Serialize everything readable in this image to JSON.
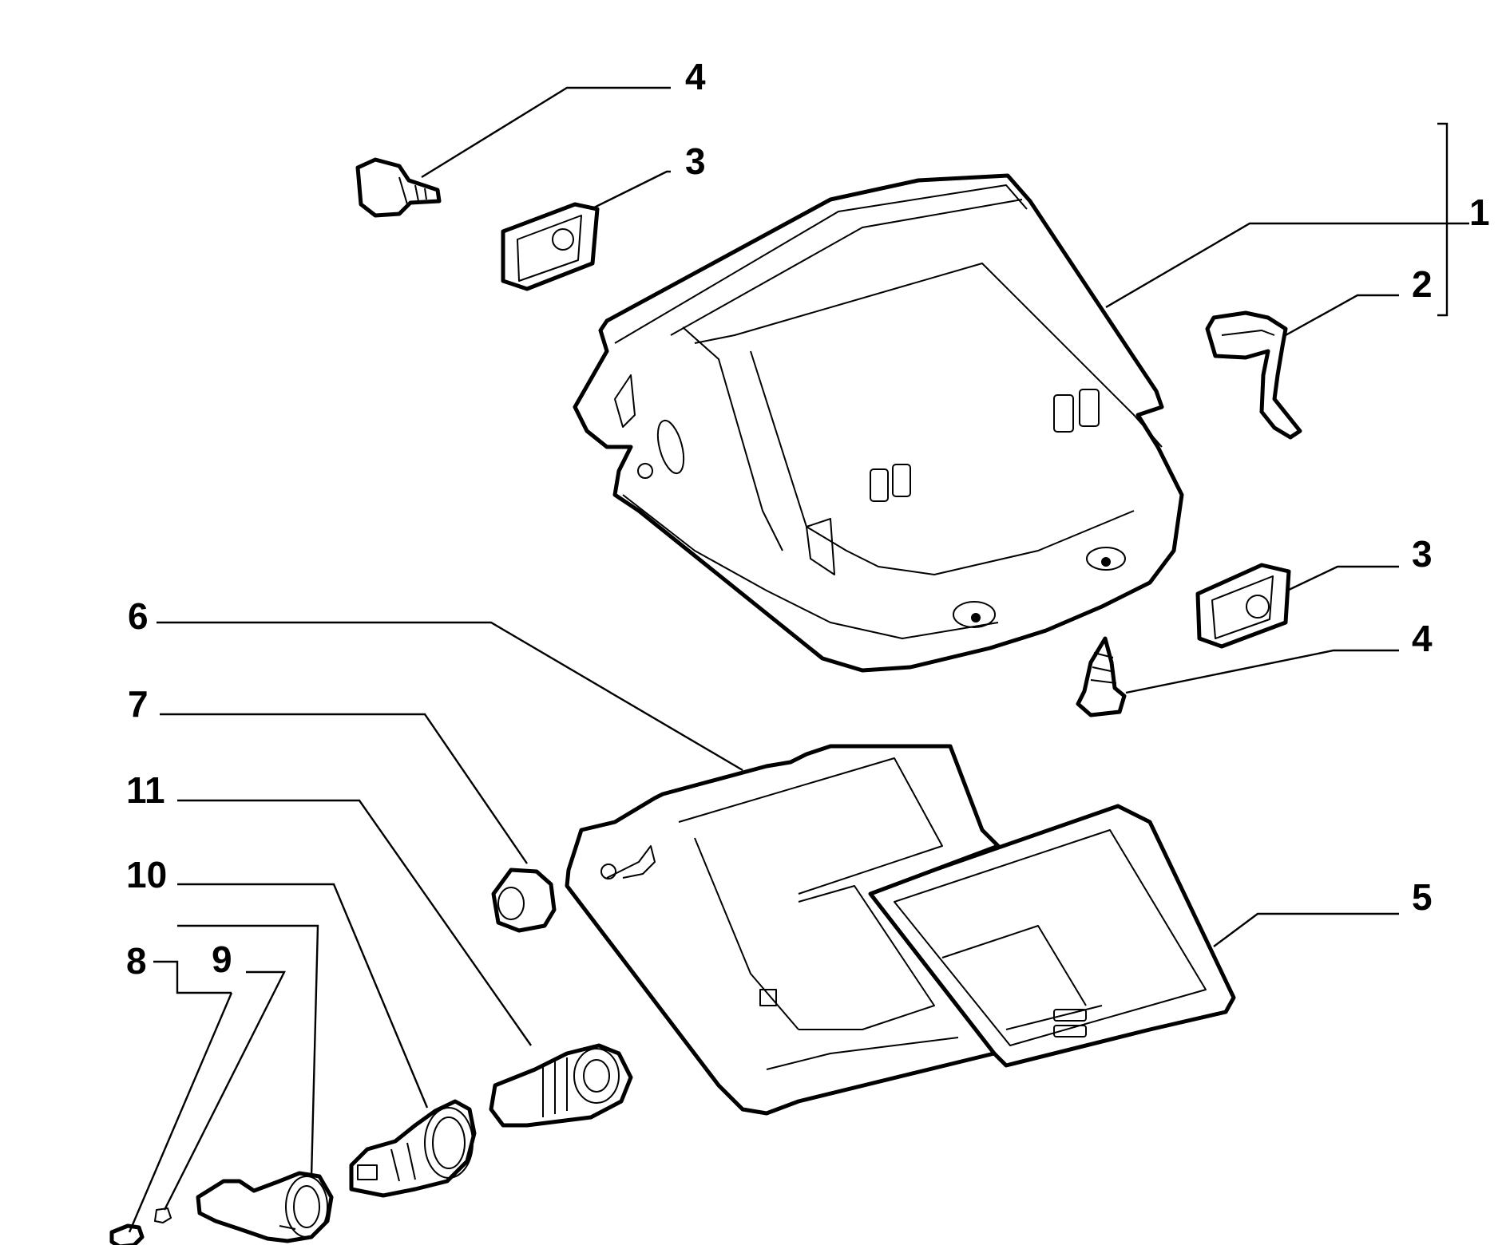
{
  "diagram": {
    "callouts": [
      {
        "id": "c4-top",
        "label": "4"
      },
      {
        "id": "c3-top",
        "label": "3"
      },
      {
        "id": "c1",
        "label": "1"
      },
      {
        "id": "c2",
        "label": "2"
      },
      {
        "id": "c3-right",
        "label": "3"
      },
      {
        "id": "c4-right",
        "label": "4"
      },
      {
        "id": "c6",
        "label": "6"
      },
      {
        "id": "c7",
        "label": "7"
      },
      {
        "id": "c11",
        "label": "11"
      },
      {
        "id": "c10",
        "label": "10"
      },
      {
        "id": "c8",
        "label": "8"
      },
      {
        "id": "c9",
        "label": "9"
      },
      {
        "id": "c5",
        "label": "5"
      }
    ]
  }
}
